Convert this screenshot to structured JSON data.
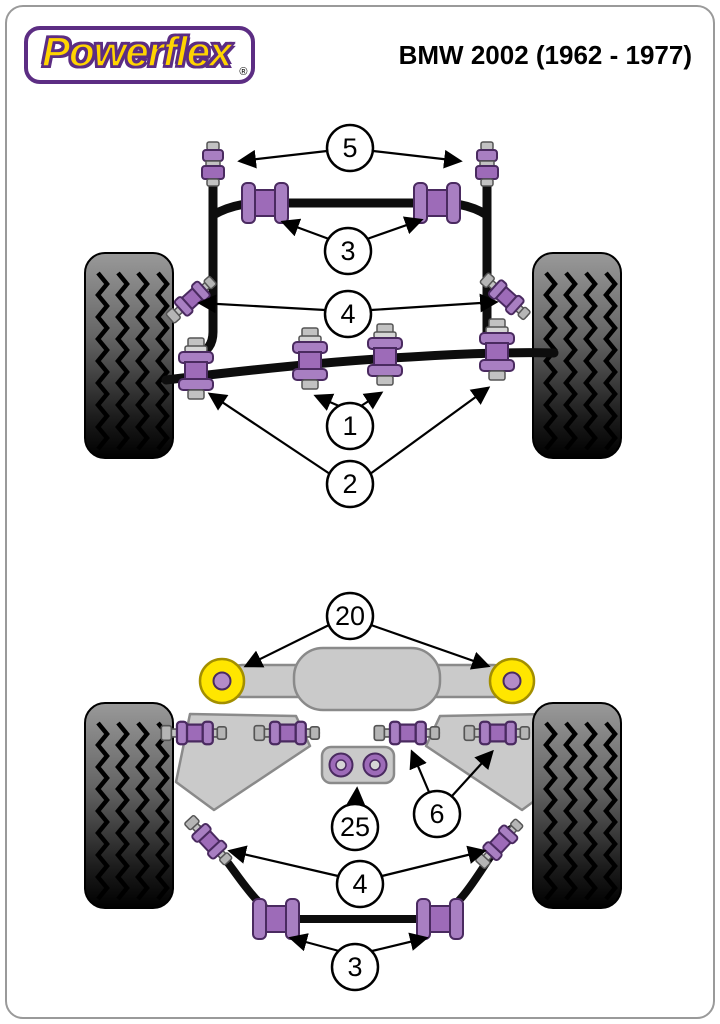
{
  "page": {
    "logo_text": "Powerflex",
    "registered_mark": "®",
    "title": "BMW 2002 (1962 - 1977)"
  },
  "colors": {
    "logo_purple": "#5c2d83",
    "logo_yellow": "#ffd400",
    "bushing_purple": "#9d6bb8",
    "bushing_outline": "#4a2a60",
    "mount_yellow": "#ffe600",
    "mount_outline": "#a38f00",
    "subframe_gray": "#cacaca",
    "subframe_outline": "#8a8a8a",
    "bar_black": "#0d0d0d"
  },
  "front_diagram": {
    "callouts": [
      "5",
      "3",
      "4",
      "1",
      "2"
    ]
  },
  "rear_diagram": {
    "callouts": [
      "20",
      "6",
      "25",
      "4",
      "3"
    ]
  }
}
